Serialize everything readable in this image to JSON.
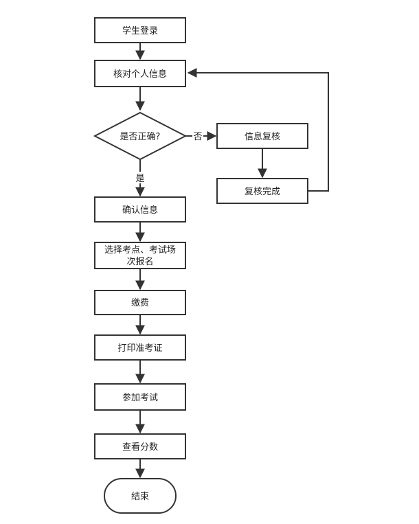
{
  "diagram": {
    "nodes": {
      "student_login": "学生登录",
      "verify_info": "核对个人信息",
      "is_correct": "是否正确?",
      "info_review": "信息复核",
      "review_done": "复核完成",
      "confirm_info": "确认信息",
      "choose_site_line1": "选择考点、考试场",
      "choose_site_line2": "次报名",
      "pay_fee": "缴费",
      "print_ticket": "打印准考证",
      "take_exam": "参加考试",
      "check_score": "查看分数",
      "end": "结束"
    },
    "edge_labels": {
      "no": "否",
      "yes": "是"
    },
    "colors": {
      "stroke": "#333333",
      "fill": "#ffffff",
      "text": "#222222"
    }
  }
}
